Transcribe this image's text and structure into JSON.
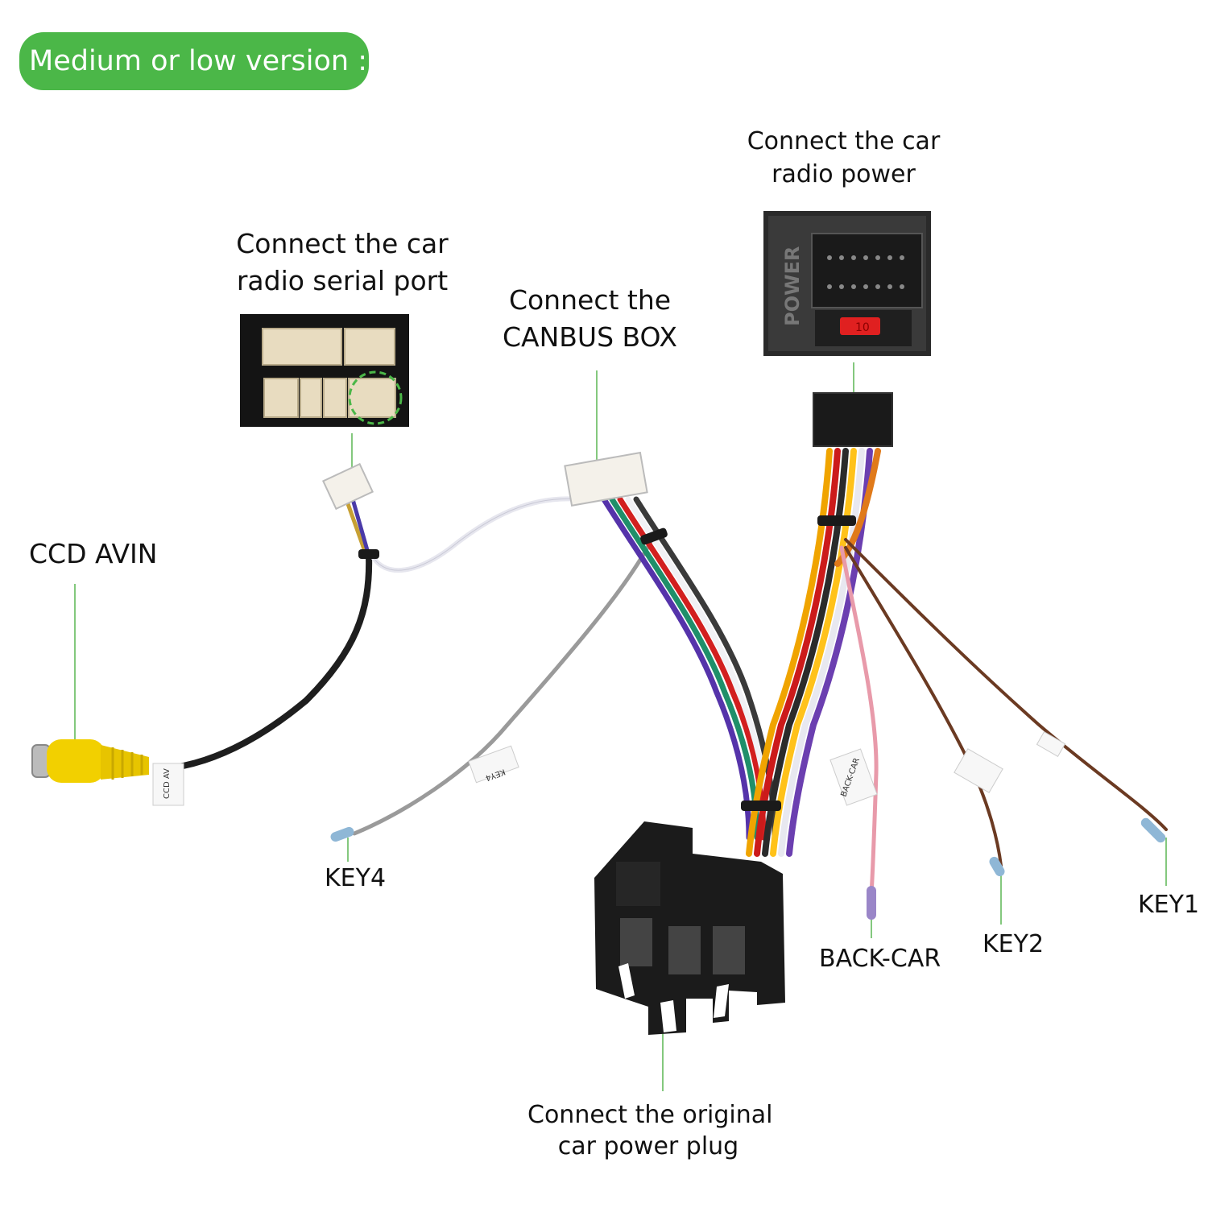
{
  "header": {
    "title": "Medium or low version :"
  },
  "labels": {
    "serial_port": {
      "line1": "Connect the car",
      "line2": "radio serial port"
    },
    "canbus": {
      "line1": "Connect the",
      "line2": "CANBUS BOX"
    },
    "radio_power": {
      "line1": "Connect the car",
      "line2": "radio power"
    },
    "ccd": "CCD AVIN",
    "key4": "KEY4",
    "back_car": "BACK-CAR",
    "key2": "KEY2",
    "key1": "KEY1",
    "original_plug": {
      "line1": "Connect the original",
      "line2": "car power plug"
    }
  },
  "connector_text": {
    "power_side": "POWER",
    "fuse": "10",
    "tag_key4": "KEY4",
    "tag_backcar": "BACK-CAR",
    "tag_ccd": "CCD AV"
  },
  "colors": {
    "accent_green": "#4bb748",
    "leader_line": "#5ab552"
  }
}
